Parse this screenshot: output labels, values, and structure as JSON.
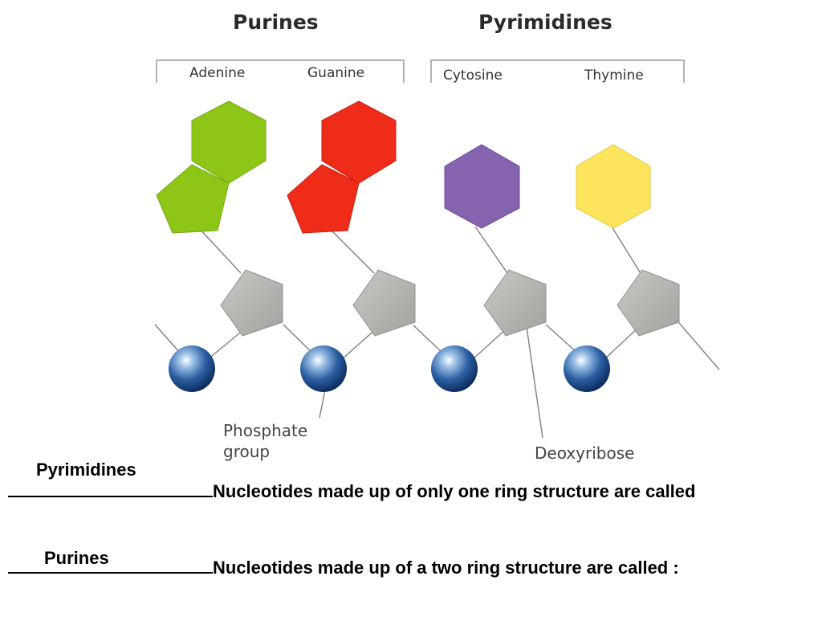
{
  "diagram": {
    "headings": {
      "purines": "Purines",
      "pyrimidines": "Pyrimidines"
    },
    "bases": [
      {
        "name": "Adenine",
        "color": "#8dc617",
        "rings": 2
      },
      {
        "name": "Guanine",
        "color": "#ef2b1a",
        "rings": 2
      },
      {
        "name": "Cytosine",
        "label": "Cytosine",
        "color": "#8563ae",
        "rings": 1
      },
      {
        "name": "Thymine",
        "color": "#fce55c",
        "rings": 1
      }
    ],
    "callouts": {
      "phosphate_line1": "Phosphate",
      "phosphate_line2": "group",
      "deoxyribose": "Deoxyribose"
    },
    "colors": {
      "sugar": "#b4b4b0",
      "phosphate": "#1f4f8f",
      "backbone": "#808080"
    }
  },
  "questions": [
    {
      "answer": "Pyrimidines",
      "text": "Nucleotides made up of only one ring structure are called"
    },
    {
      "answer": "Purines",
      "text": "Nucleotides made up of a two ring structure are called :"
    }
  ]
}
